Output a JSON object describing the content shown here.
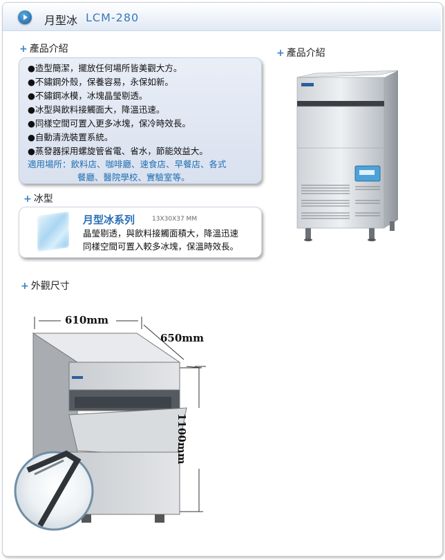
{
  "header": {
    "title_cn": "月型冰",
    "model": "LCM-280"
  },
  "intro": {
    "heading": "產品介紹",
    "lines": [
      "●造型簡潔，擺放任何場所皆美觀大方。",
      "●不鏽鋼外殼，保養容易，永保如新。",
      "●不鏽鋼冰模，冰塊晶瑩剔透。",
      "●冰型與飲料接觸面大，降溫迅速。",
      "●同樣空間可置入更多冰塊，保冷時效長。",
      "●自動清洗裝置系統。",
      "●蒸發器採用螺旋管省電、省水，節能效益大。"
    ],
    "usage_line1": "適用場所：飲料店、咖啡廳、速食店、早餐店、各式",
    "usage_line2": "餐廳、醫院學校、實驗室等。"
  },
  "ice": {
    "heading": "冰型",
    "name": "月型冰系列",
    "size": "13X30X37 MM",
    "desc1": "晶瑩剔透，與飲料接觸面積大，降溫迅速",
    "desc2": "同樣空間可置入較多冰塊，保溫時效長。"
  },
  "right": {
    "heading": "產品介紹"
  },
  "dimensions": {
    "heading": "外觀尺寸",
    "width": "610mm",
    "depth": "650mm",
    "height": "1100mm"
  },
  "colors": {
    "accent": "#3a7fc3",
    "usage_text": "#1f6fb2"
  }
}
